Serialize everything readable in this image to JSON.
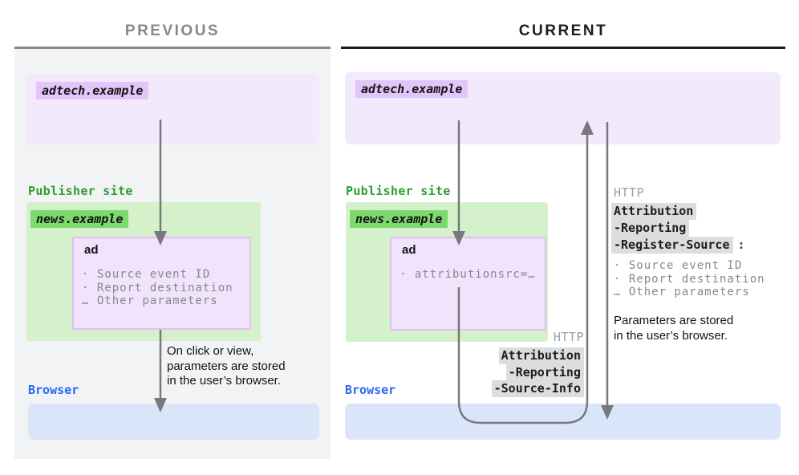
{
  "colors": {
    "panel_bg": "#f1f3f4",
    "previous_title": "#84888c",
    "current_title": "#1a1c1e",
    "adtech_box_bg": "#f3e9fd",
    "adtech_label_bg": "#e2c5f9",
    "ad_box_bg": "#f0e3fb",
    "ad_box_border": "#dcc2f2",
    "publisher_box_bg": "#d5f1cb",
    "news_label_bg": "#7cd96d",
    "publisher_text": "#2d9f2d",
    "browser_text": "#2a68f5",
    "browser_box_bg": "#dbe5fa",
    "http_gray_text": "#9aa0a6",
    "param_gray_text": "#84888d",
    "header_highlight_bg": "#dcdddf",
    "arrow_gray": "#77797c"
  },
  "previous": {
    "title": "PREVIOUS",
    "adtech_label": "adtech.example",
    "publisher_label": "Publisher site",
    "news_label": "news.example",
    "ad_title": "ad",
    "ad_params": [
      "· Source event ID",
      "· Report destination",
      "… Other parameters"
    ],
    "note_lines": [
      "On click or view,",
      "parameters are stored",
      "in the user’s browser."
    ],
    "browser_label": "Browser"
  },
  "current": {
    "title": "CURRENT",
    "adtech_label": "adtech.example",
    "publisher_label": "Publisher site",
    "news_label": "news.example",
    "ad_title": "ad",
    "ad_params": [
      "· attributionsrc=…"
    ],
    "request": {
      "protocol": "HTTP",
      "header_lines": [
        "Attribution",
        "-Reporting",
        "-Source-Info"
      ]
    },
    "response": {
      "protocol": "HTTP",
      "header_lines": [
        "Attribution",
        "-Reporting",
        "-Register-Source"
      ],
      "colon": ":",
      "params": [
        "· Source event ID",
        "· Report destination",
        "… Other parameters"
      ]
    },
    "note_lines": [
      "Parameters are stored",
      "in the user’s browser."
    ],
    "browser_label": "Browser"
  }
}
